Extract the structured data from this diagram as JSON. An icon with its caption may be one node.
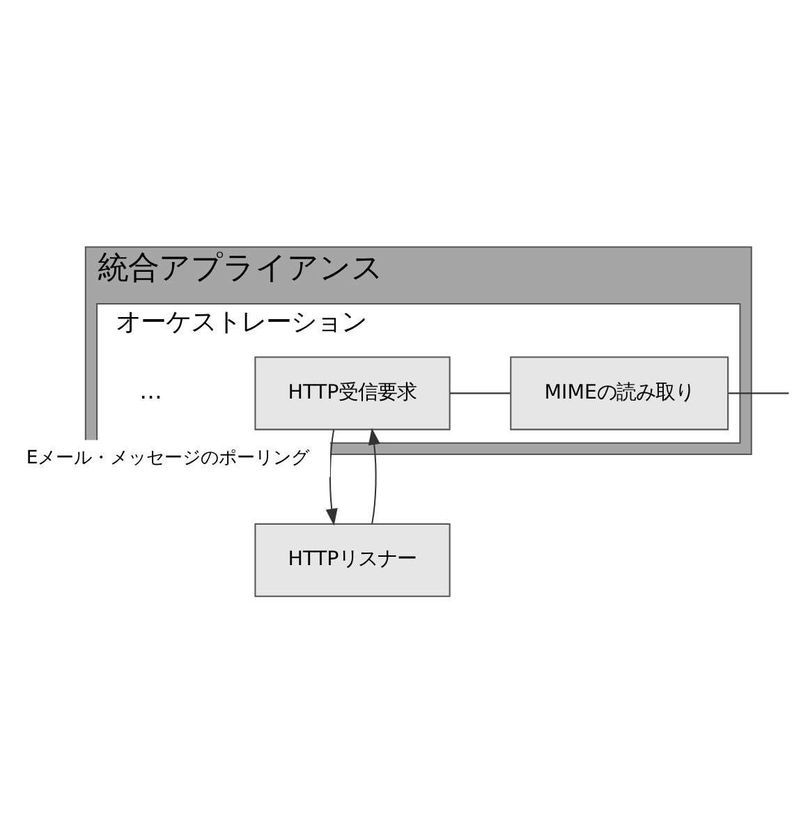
{
  "diagram": {
    "nodes": [
      {
        "text": [
          "統合アプライアンス"
        ]
      },
      {
        "text": [
          "オーケストレーション"
        ],
        "in": 0
      },
      {
        "text": [
          "HTTP受信要求"
        ],
        "in": 1
      },
      {
        "text": [
          "MIMEの読み取り"
        ],
        "in": 1
      },
      {
        "text": [
          "HTTPリスナー"
        ]
      }
    ],
    "edges": [
      {
        "from": 2,
        "to": 3,
        "arrow": "none"
      },
      {
        "from": 3,
        "to": null,
        "arrow": "none"
      },
      {
        "from": 2,
        "to": 4,
        "arrow": "to",
        "label": "Eメール・メッセージのポーリング"
      },
      {
        "from": 4,
        "to": 2,
        "arrow": "to"
      }
    ],
    "labels": [
      "…"
    ]
  }
}
